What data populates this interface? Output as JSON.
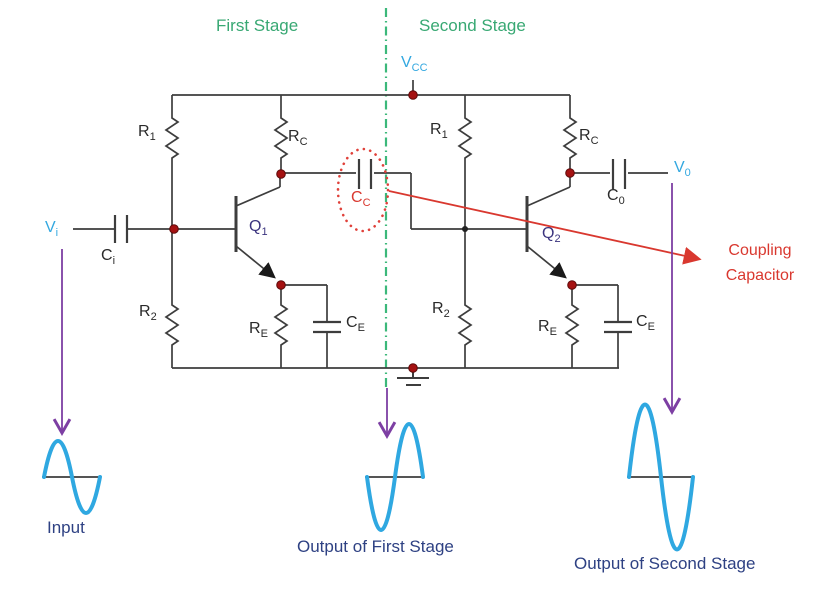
{
  "colors": {
    "stage_label_green": "#38a873",
    "divider_green": "#3cb87a",
    "signal_cyan": "#33a8e0",
    "annotation_red": "#d9382f",
    "waveform_blue": "#2fa8e1",
    "arrow_purple": "#7d3fa3",
    "wire": "#3d3d3d",
    "junction_dot": "#a51212",
    "caption_navy": "#2e4183"
  },
  "stages": {
    "first": "First Stage",
    "second": "Second Stage"
  },
  "power": {
    "vcc": {
      "main": "V",
      "sub": "CC"
    }
  },
  "signals": {
    "vin": {
      "main": "V",
      "sub": "i"
    },
    "vout": {
      "main": "V",
      "sub": "0"
    }
  },
  "stage1": {
    "r1": {
      "main": "R",
      "sub": "1"
    },
    "rc": {
      "main": "R",
      "sub": "C"
    },
    "r2": {
      "main": "R",
      "sub": "2"
    },
    "re": {
      "main": "R",
      "sub": "E"
    },
    "ce": {
      "main": "C",
      "sub": "E"
    },
    "ci": {
      "main": "C",
      "sub": "i"
    },
    "q1": {
      "main": "Q",
      "sub": "1"
    }
  },
  "stage2": {
    "r1": {
      "main": "R",
      "sub": "1"
    },
    "rc": {
      "main": "R",
      "sub": "C"
    },
    "r2": {
      "main": "R",
      "sub": "2"
    },
    "re": {
      "main": "R",
      "sub": "E"
    },
    "ce": {
      "main": "C",
      "sub": "E"
    },
    "c0": {
      "main": "C",
      "sub": "0"
    },
    "q2": {
      "main": "Q",
      "sub": "2"
    }
  },
  "coupling": {
    "cc": {
      "main": "C",
      "sub": "C"
    },
    "callout_line1": "Coupling",
    "callout_line2": "Capacitor"
  },
  "waveforms": {
    "input_label": "Input",
    "first_output_label": "Output of First Stage",
    "second_output_label": "Output of Second Stage"
  }
}
